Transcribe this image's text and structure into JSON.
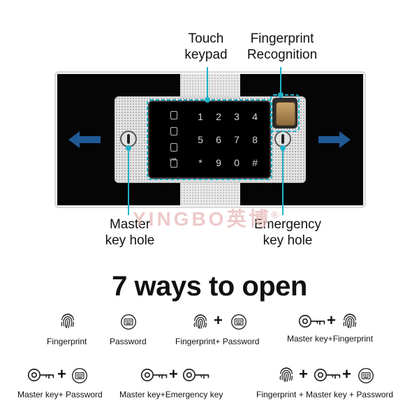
{
  "callouts": {
    "touch_keypad": "Touch\nkeypad",
    "fingerprint_recognition": "Fingerprint\nRecognition",
    "master_key_hole": "Master\nkey hole",
    "emergency_key_hole": "Emergency\nkey hole"
  },
  "watermark": {
    "brand": "YINGBO",
    "cn": "英博",
    "mark": "®"
  },
  "keypad": {
    "keys": [
      "1",
      "2",
      "3",
      "4",
      "5",
      "6",
      "7",
      "8",
      "*",
      "9",
      "0",
      "#"
    ],
    "side_icon_label": "LAB"
  },
  "title": "7 ways to open",
  "ways": [
    {
      "label": "Fingerprint",
      "icons": [
        "fingerprint-icon"
      ]
    },
    {
      "label": "Password",
      "icons": [
        "keypad-icon"
      ]
    },
    {
      "label": "Fingerprint+ Password",
      "icons": [
        "fingerprint-icon",
        "keypad-icon"
      ]
    },
    {
      "label": "Master key+Fingerprint",
      "icons": [
        "key-icon",
        "fingerprint-icon"
      ]
    },
    {
      "label": "Master key+ Password",
      "icons": [
        "key-icon",
        "keypad-icon"
      ]
    },
    {
      "label": "Master key+Emergency key",
      "icons": [
        "key-icon",
        "key-icon"
      ]
    },
    {
      "label": "Fingerprint + Master key + Password",
      "icons": [
        "fingerprint-icon",
        "key-icon",
        "keypad-icon"
      ]
    }
  ],
  "plus_sign": "+",
  "colors": {
    "arrow": "#1f5a96",
    "dashed_outline": "#1fb3c9",
    "watermark": "#e7b8b8"
  }
}
